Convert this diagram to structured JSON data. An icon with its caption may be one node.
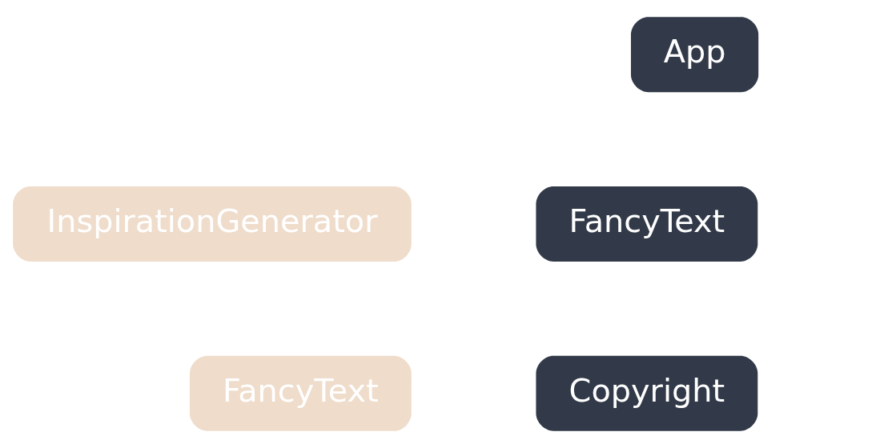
{
  "diagram": {
    "nodes": [
      {
        "text": [
          "App"
        ]
      },
      {
        "text": [
          "InspirationGenerator"
        ]
      },
      {
        "text": [
          "FancyText"
        ]
      },
      {
        "text": [
          "FancyText"
        ]
      },
      {
        "text": [
          "Copyright"
        ]
      }
    ]
  }
}
